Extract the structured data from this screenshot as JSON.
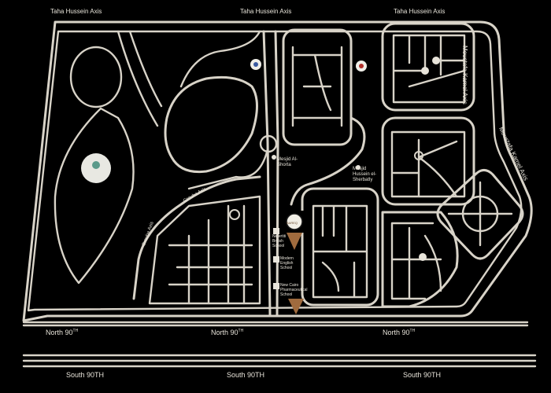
{
  "map": {
    "roads": {
      "top_1": "Taha Hussein Axis",
      "top_2": "Taha Hussein Axis",
      "top_3": "Taha Hussein Axis",
      "right_1": "Moustafa Kamel Axis",
      "right_2": "Moustafa Kamel Axis",
      "grouba_1": "Grouba Axis",
      "grouba_2": "Grouba Axis",
      "north_1": "North 90",
      "north_2": "North 90",
      "north_3": "North 90",
      "north_sup": "TH",
      "south_1": "South 90TH",
      "south_2": "South 90TH",
      "south_3": "South 90TH"
    },
    "places": {
      "mesjid_1": "Mesjid Al-Shorta",
      "mesjid_2": "Mesjid Hussein el-Sherbatly",
      "school_1": "Nefertiti British School",
      "school_2": "Modern English School",
      "school_3": "New Cairo Pharmaceutical School",
      "project_pin": "BAREQ"
    },
    "colors": {
      "background": "#000000",
      "road": "#d8d3c8",
      "pin": "#a06b3e"
    }
  }
}
